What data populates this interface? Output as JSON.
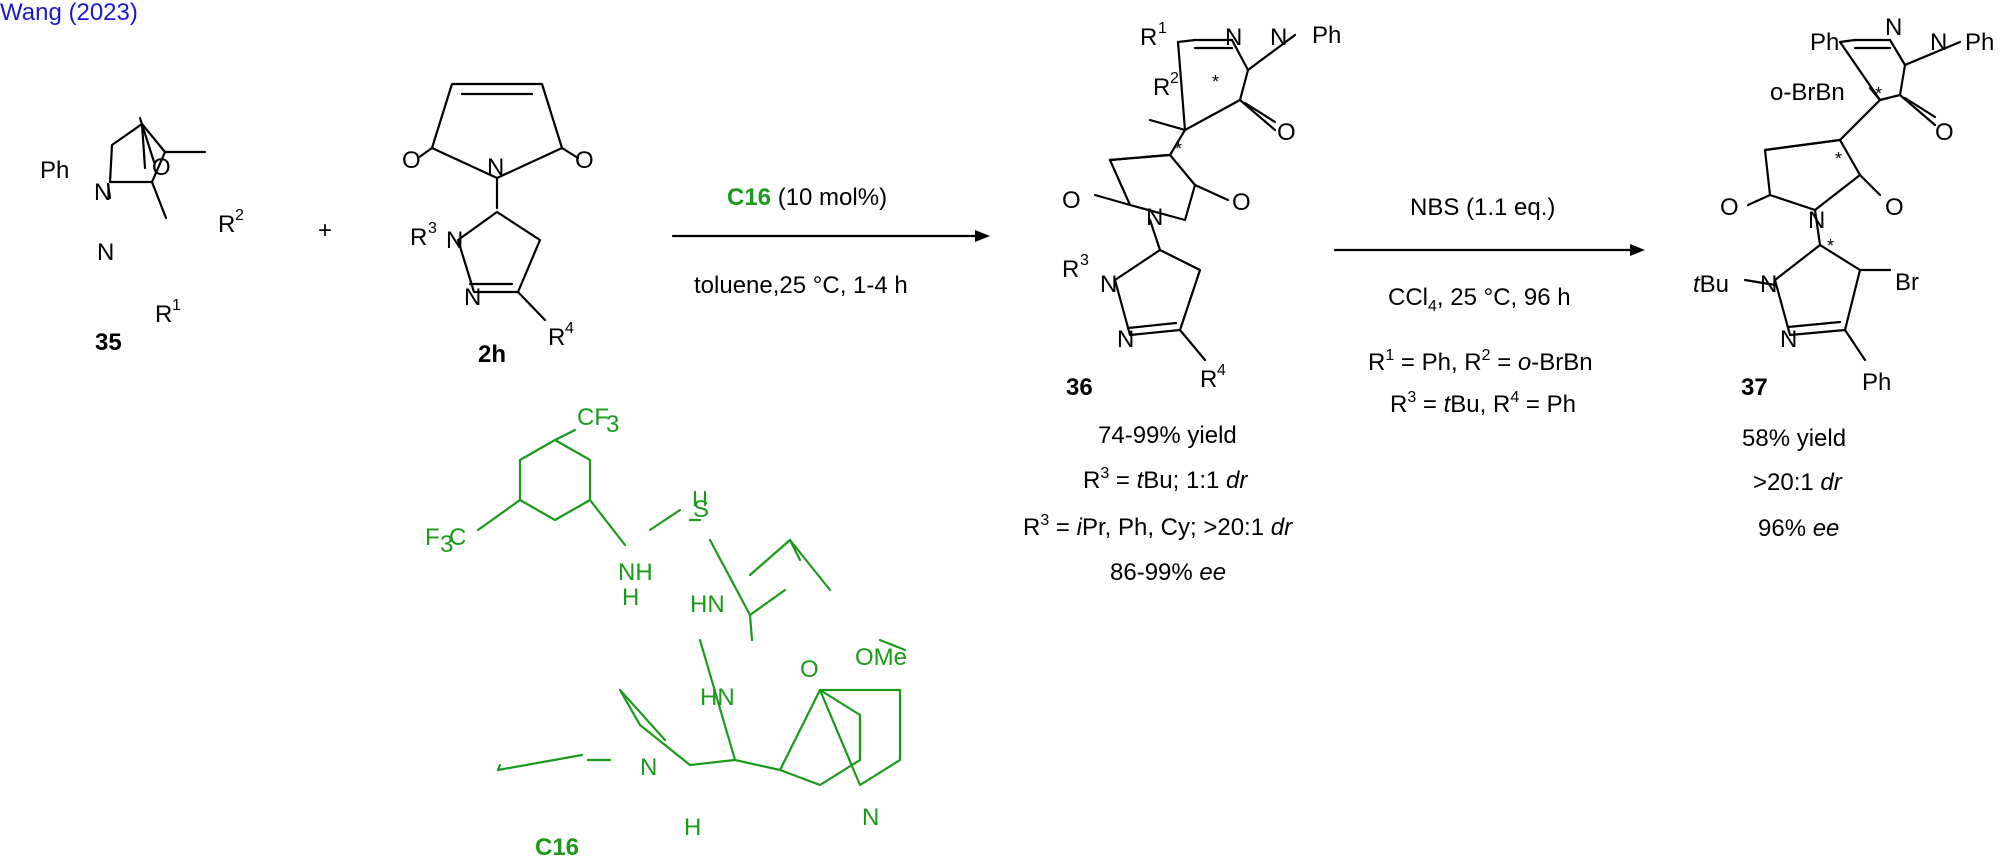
{
  "citation": "Wang (2023)",
  "colors": {
    "catalyst": "#1a9a1a",
    "citation": "#1a1acc",
    "ink": "#000000"
  },
  "compounds": {
    "c35": {
      "label": "35"
    },
    "c2h": {
      "label": "2h"
    },
    "c36": {
      "label": "36"
    },
    "c37": {
      "label": "37"
    },
    "c16": {
      "label": "C16"
    }
  },
  "plus": "+",
  "atoms": {
    "ph": "Ph",
    "n": "N",
    "o": "O",
    "r": "R",
    "s": "S",
    "h": "H",
    "nh": "NH",
    "hn": "HN",
    "ome": "OMe",
    "cf3": "CF",
    "f3c": "F",
    "three": "3",
    "c": "C",
    "br": "Br",
    "obrbn": "o-BrBn",
    "tbu_t": "t",
    "tbu": "Bu",
    "star": "*",
    "sup1": "1",
    "sup2": "2",
    "sup3": "3",
    "sup4": "4"
  },
  "step1": {
    "catalyst": "C16",
    "loading": " (10 mol%)",
    "conditions": "toluene,25 °C, 1-4 h"
  },
  "step2": {
    "reagent": "NBS (1.1 eq.)",
    "solvent_main": "CCl",
    "solvent_sub": "4",
    "solvent_rest": ", 25 °C, 96 h",
    "line3_a": "R",
    "line3_b": " = Ph, R",
    "line3_c": " = ",
    "line3_d": "o",
    "line3_e": "-BrBn",
    "line4_a": "R",
    "line4_b": " = ",
    "line4_c": "t",
    "line4_d": "Bu, R",
    "line4_e": " = Ph"
  },
  "results36": {
    "yield": "74-99% yield",
    "dr1_a": "R",
    "dr1_b": " = ",
    "dr1_c": "t",
    "dr1_d": "Bu; 1:1 ",
    "dr1_e": "dr",
    "dr2_a": "R",
    "dr2_b": " = ",
    "dr2_c": "i",
    "dr2_d": "Pr, Ph, Cy; >20:1 ",
    "dr2_e": "dr",
    "ee": "86-99% ",
    "ee_unit": "ee"
  },
  "results37": {
    "yield": "58% yield",
    "dr": ">20:1 ",
    "dr_unit": "dr",
    "ee": "96% ",
    "ee_unit": "ee"
  }
}
